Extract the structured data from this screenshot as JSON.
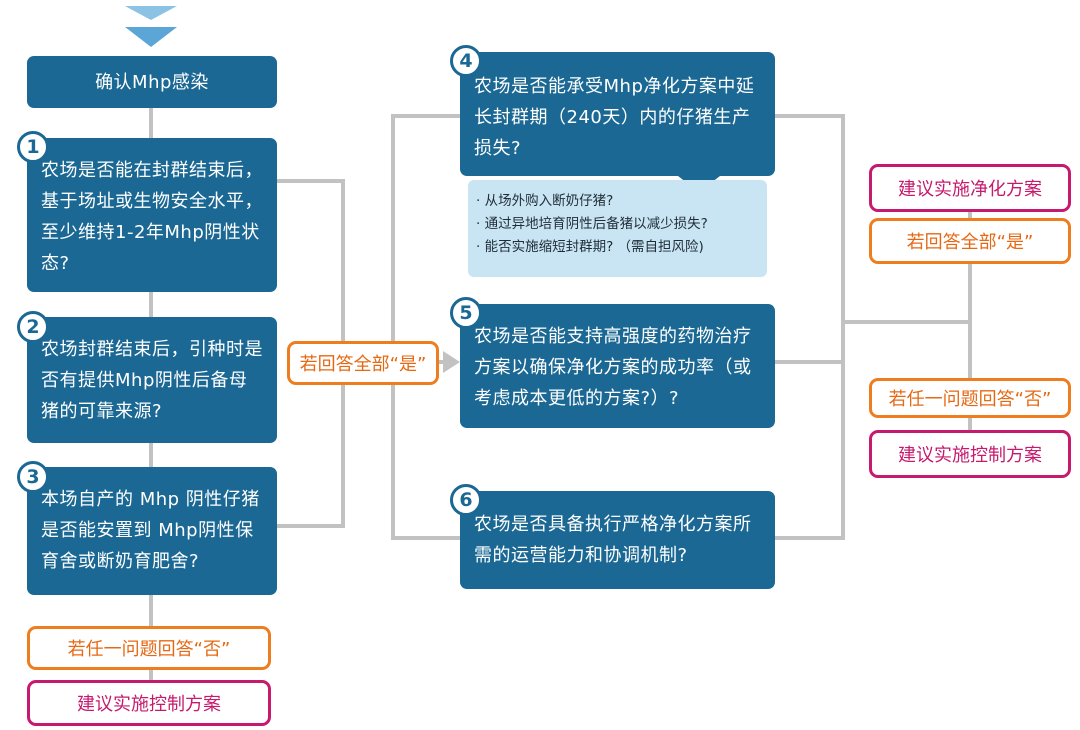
{
  "confirm": "确认Mhp感染",
  "questions": [
    {
      "num": "1",
      "text": "农场是否能在封群结束后，基于场址或生物安全水平，至少维持1-2年Mhp阴性状态?"
    },
    {
      "num": "2",
      "text": "农场封群结束后，引种时是否有提供Mhp阴性后备母猪的可靠来源?"
    },
    {
      "num": "3",
      "text": "本场自产的 Mhp 阴性仔猪是否能安置到 Mhp阴性保育舍或断奶育肥舍?"
    },
    {
      "num": "4",
      "text": "农场是否能承受Mhp净化方案中延长封群期（240天）内的仔猪生产损失?"
    },
    {
      "num": "5",
      "text": "农场是否能支持高强度的药物治疗方案以确保净化方案的成功率（或考虑成本更低的方案?）?"
    },
    {
      "num": "6",
      "text": "农场是否具备执行严格净化方案所需的运营能力和协调机制?"
    }
  ],
  "notes": [
    "从场外购入断奶仔猪?",
    "通过异地培育阴性后备猪以减少损失?",
    "能否实施缩短封群期? （需自担风险)"
  ],
  "if_all_yes": "若回答全部“是”",
  "if_any_no": "若任一问题回答“否”",
  "recommend_eradication": "建议实施净化方案",
  "recommend_control": "建议实施控制方案",
  "colors": {
    "box": "#1a6893",
    "line": "#c2c2c2",
    "orange": "#ee7d1f",
    "pink": "#c51a6e",
    "note_bg": "#c9e4f3",
    "arrow": "#6fb1d9"
  }
}
